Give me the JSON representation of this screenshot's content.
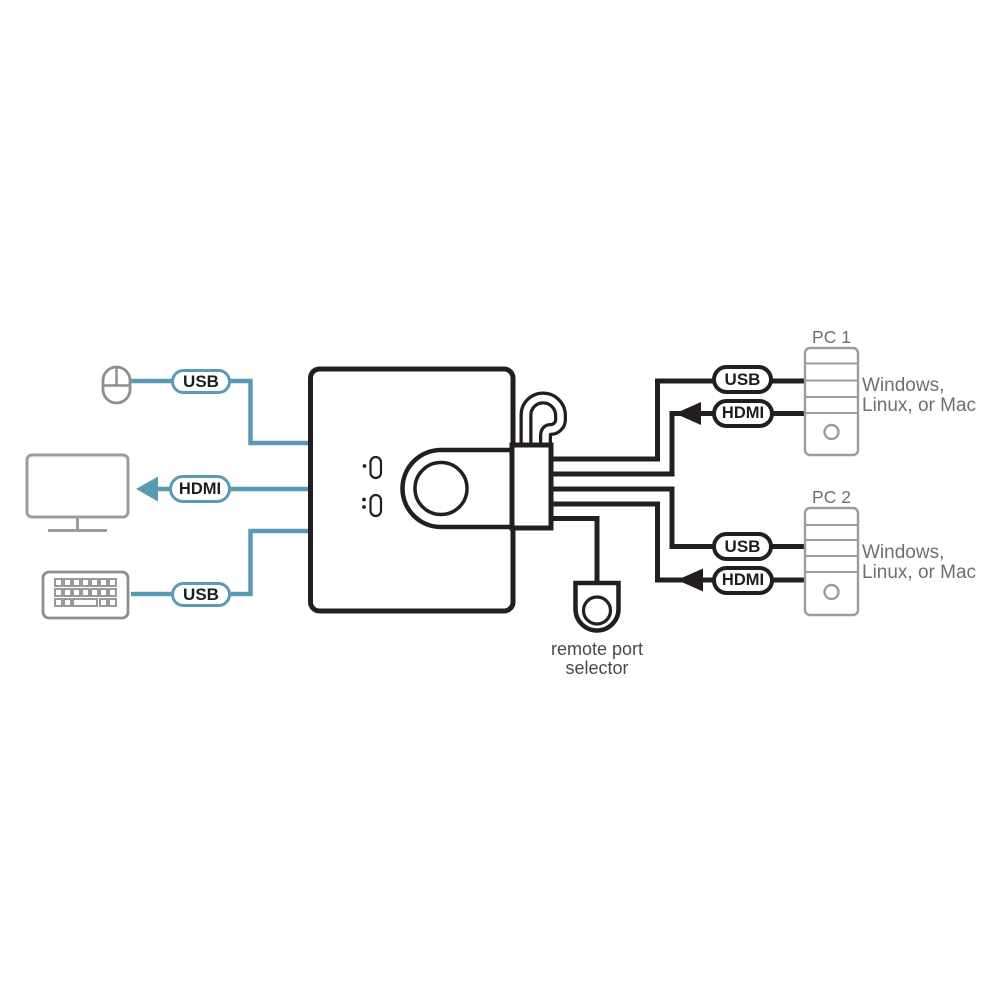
{
  "colors": {
    "blue": "#5B9AB5",
    "black": "#231F20",
    "icon_gray": "#8E8E8E",
    "tower_gray": "#9C9C9C",
    "label_gray": "#6F6F6F",
    "remote_gray": "#4A4A4A",
    "pill_text": "#1D1D1D",
    "bg": "#FFFFFF"
  },
  "peripherals": {
    "mouse_port": "USB",
    "monitor_port": "HDMI",
    "keyboard_port": "USB"
  },
  "computers": {
    "pc1": {
      "name": "PC 1",
      "usb": "USB",
      "hdmi": "HDMI",
      "os_line1": "Windows,",
      "os_line2": "Linux, or Mac"
    },
    "pc2": {
      "name": "PC 2",
      "usb": "USB",
      "hdmi": "HDMI",
      "os_line1": "Windows,",
      "os_line2": "Linux, or Mac"
    }
  },
  "selector": {
    "label_line1": "remote port",
    "label_line2": "selector"
  },
  "icons": {
    "mouse": "mouse-icon",
    "monitor": "monitor-icon",
    "keyboard": "keyboard-icon",
    "kvm_switch": "kvm-switch-icon",
    "cable_loop": "cable-loop-icon",
    "remote_selector": "remote-port-selector-icon",
    "pc_tower": "pc-tower-icon"
  }
}
